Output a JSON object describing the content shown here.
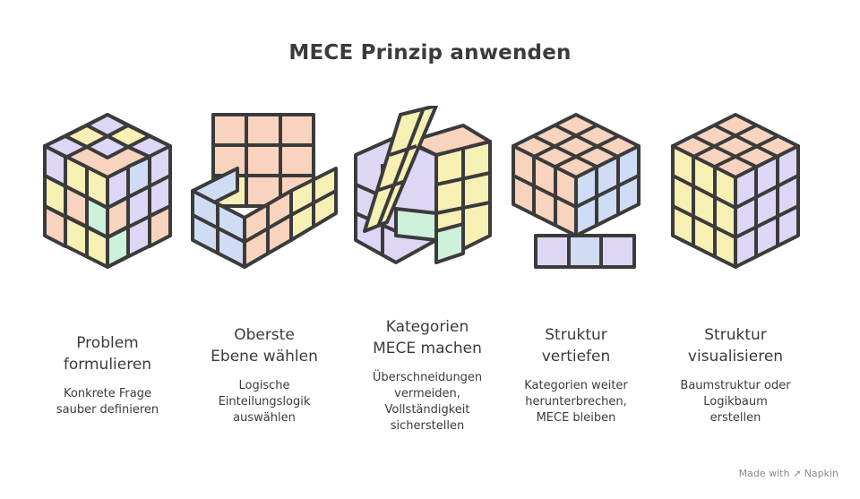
{
  "title": "MECE Prinzip anwenden",
  "steps": [
    {
      "title_lines": [
        "Problem",
        "formulieren"
      ],
      "desc_lines": [
        "Konkrete Frage",
        "sauber definieren"
      ],
      "icon": "rubiks-cube-icon"
    },
    {
      "title_lines": [
        "Oberste",
        "Ebene wählen"
      ],
      "desc_lines": [
        "Logische",
        "Einteilungslogik",
        "auswählen"
      ],
      "icon": "layered-cube-icon"
    },
    {
      "title_lines": [
        "Kategorien",
        "MECE machen"
      ],
      "desc_lines": [
        "Überschneidungen",
        "vermeiden,",
        "Vollständigkeit",
        "sicherstellen"
      ],
      "icon": "exploded-cube-icon"
    },
    {
      "title_lines": [
        "Struktur",
        "vertiefen"
      ],
      "desc_lines": [
        "Kategorien weiter",
        "herunterbrechen,",
        "MECE bleiben"
      ],
      "icon": "split-cube-icon"
    },
    {
      "title_lines": [
        "Struktur",
        "visualisieren"
      ],
      "desc_lines": [
        "Baumstruktur oder",
        "Logikbaum",
        "erstellen"
      ],
      "icon": "solved-cube-icon"
    }
  ],
  "footer": {
    "made_with": "Made with",
    "brand": "Napkin"
  },
  "colors": {
    "outline": "#3b3b3b",
    "peach": "#f8d3bd",
    "yellow": "#f6f0b4",
    "lavender": "#ddd6f5",
    "blue": "#cfdcf4",
    "mint": "#cdf1db",
    "white": "#f1f1f1"
  }
}
